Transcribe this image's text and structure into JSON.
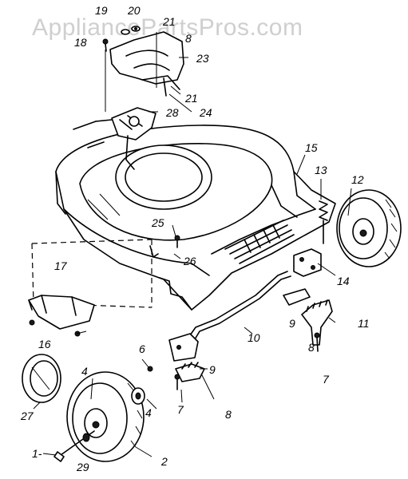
{
  "watermark": "AppliancePartsPros.com",
  "callouts": {
    "c1": "1-",
    "c2": "2",
    "c4a": "4",
    "c4b": "4",
    "c6": "6",
    "c7a": "7",
    "c7b": "7",
    "c8a": "8",
    "c8b": "8",
    "c8c": "8",
    "c9a": "9",
    "c9b": "9",
    "c10": "10",
    "c11": "11",
    "c12": "12",
    "c13": "13",
    "c14": "14",
    "c15": "15",
    "c16": "16",
    "c17": "17",
    "c18": "18",
    "c19": "19",
    "c20": "20",
    "c21a": "21",
    "c21b": "21",
    "c23": "23",
    "c24": "24",
    "c25": "25",
    "c26": "26",
    "c27": "27",
    "c28": "28",
    "c29": "29"
  }
}
